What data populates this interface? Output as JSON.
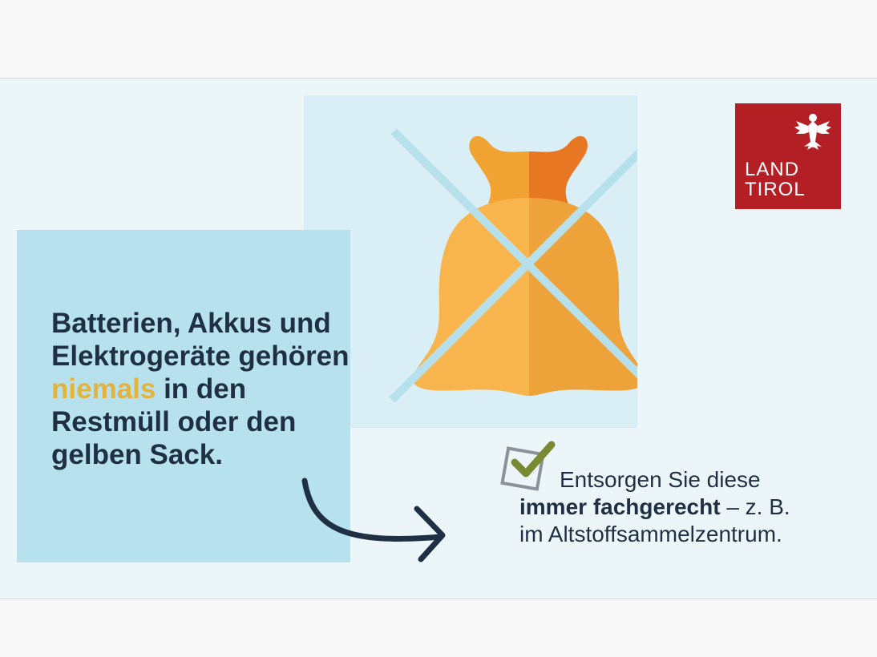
{
  "headline": {
    "part1": "Batterien, Akkus und Elektrogeräte gehören ",
    "highlight": "niemals",
    "part2": " in den Restmüll oder den gelben Sack."
  },
  "info": {
    "line1": "Entsorgen Sie diese",
    "bold": "immer fachgerecht",
    "rest": " – z. B.",
    "line3": "im Altstoffsammelzentrum."
  },
  "logo": {
    "line1": "LAND",
    "line2": "TIROL"
  },
  "icons": [
    "crossed-out-bag-icon",
    "arrow-icon",
    "checkbox-check-icon",
    "tyrolean-eagle-icon"
  ],
  "colors": {
    "highlight": "#e3b33b",
    "text": "#1f3044",
    "logo": "#b31f24",
    "check": "#7a8a33"
  }
}
